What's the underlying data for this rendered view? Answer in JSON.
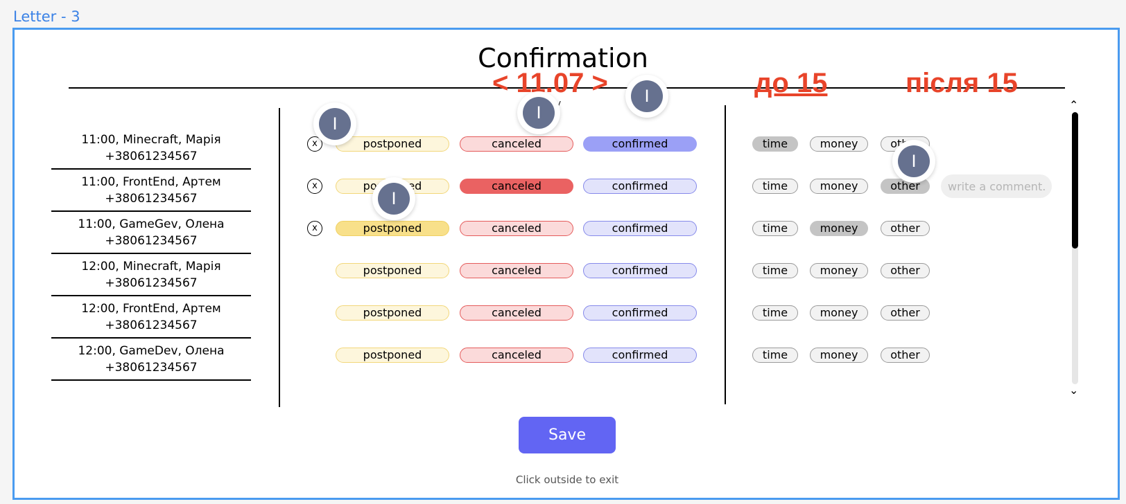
{
  "frame": {
    "label": "Letter - 3"
  },
  "header": {
    "title": "Confirmation",
    "date_nav": "< 11.07 >",
    "before_15": "до 15",
    "after_15": "після 15",
    "subtitle_fragment": "y"
  },
  "lessons": [
    {
      "line1": "11:00, Minecraft, Марія",
      "line2": "+38061234567"
    },
    {
      "line1": "11:00, FrontEnd, Артем",
      "line2": "+38061234567"
    },
    {
      "line1": "11:00, GameGev, Олена",
      "line2": "+38061234567"
    },
    {
      "line1": "12:00, Minecraft, Марія",
      "line2": "+38061234567"
    },
    {
      "line1": "12:00, FrontEnd, Артем",
      "line2": "+38061234567"
    },
    {
      "line1": "12:00, GameDev, Олена",
      "line2": "+38061234567"
    }
  ],
  "status_labels": {
    "postponed": "postponed",
    "canceled": "canceled",
    "confirmed": "confirmed"
  },
  "reason_labels": {
    "time": "time",
    "money": "money",
    "other": "other"
  },
  "clear_label": "x",
  "rows": [
    {
      "status": "confirmed",
      "reason": "time",
      "has_clear": true
    },
    {
      "status": "canceled",
      "reason": "other",
      "has_clear": true
    },
    {
      "status": "postponed",
      "reason": "money",
      "has_clear": true
    },
    {
      "status": "none",
      "reason": "none",
      "has_clear": false
    },
    {
      "status": "none",
      "reason": "none",
      "has_clear": false
    },
    {
      "status": "none",
      "reason": "none",
      "has_clear": false
    }
  ],
  "comment": {
    "placeholder": "write a comment..."
  },
  "save": {
    "label": "Save"
  },
  "hint": "Click outside to exit",
  "cursor_label": "I",
  "colors": {
    "frame_border": "#4a9bf0",
    "accent_red": "#e8442a",
    "save": "#6265f3",
    "postponed_on": "#f8e08a",
    "canceled_on": "#ea6262",
    "confirmed_on": "#9ba0f6",
    "reason_on": "#c4c4c4",
    "cursor": "#66718f"
  }
}
